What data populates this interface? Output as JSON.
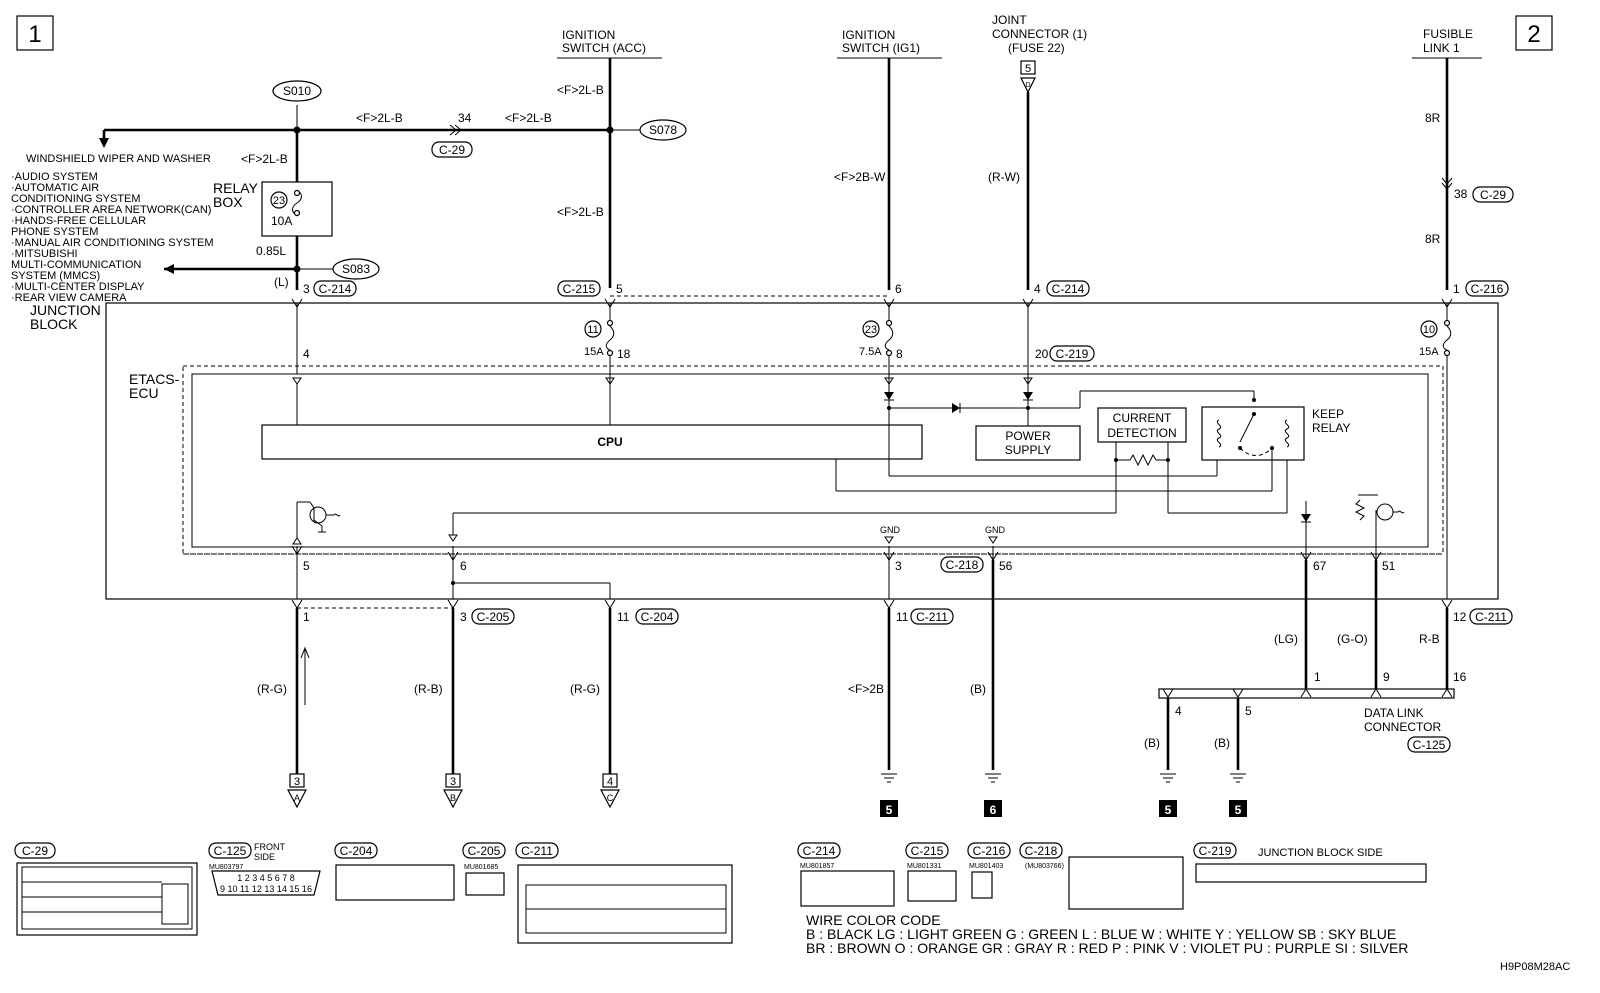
{
  "page_markers": {
    "left": "1",
    "right": "2"
  },
  "sources": {
    "acc": [
      "IGNITION",
      "SWITCH (ACC)"
    ],
    "ig1": [
      "IGNITION",
      "SWITCH (IG1)"
    ],
    "jc": [
      "JOINT",
      "CONNECTOR (1)",
      "(FUSE 22)"
    ],
    "jc_pin": "5",
    "jc_letter": "D",
    "fusible": [
      "FUSIBLE",
      "LINK 1"
    ]
  },
  "splices": {
    "s010": "S010",
    "s078": "S078",
    "s083": "S083"
  },
  "top_wires": {
    "left_branch": "<F>2L-B",
    "mid": "<F>2L-B",
    "mid_pin": "34",
    "mid_conn": "C-29",
    "right_branch": "<F>2L-B",
    "acc_up": "<F>2L-B",
    "acc_down": "<F>2L-B",
    "ig1": "<F>2B-W",
    "jc": "(R-W)",
    "fl_up": "8R",
    "fl_pin": "38",
    "fl_conn": "C-29",
    "fl_down": "8R"
  },
  "left_loads": {
    "wiper": "WINDSHIELD WIPER AND WASHER",
    "list": [
      "·AUDIO SYSTEM",
      "·AUTOMATIC AIR",
      " CONDITIONING SYSTEM",
      "·CONTROLLER AREA NETWORK(CAN)",
      "·HANDS-FREE CELLULAR",
      " PHONE SYSTEM",
      "·MANUAL AIR CONDITIONING SYSTEM",
      "·MITSUBISHI",
      " MULTI-COMMUNICATION",
      " SYSTEM (MMCS)",
      "·MULTI-CENTER DISPLAY",
      "·REAR VIEW CAMERA"
    ]
  },
  "relay_box": {
    "label": [
      "RELAY",
      "BOX"
    ],
    "fuse_no": "23",
    "fuse_rating": "10A",
    "wire": "0.85L",
    "wire2": "(L)"
  },
  "junction_block": {
    "label": [
      "JUNCTION",
      "BLOCK"
    ],
    "top_pins": [
      {
        "pin": "3",
        "conn": "C-214"
      },
      {
        "pin": "5",
        "conn": "C-215"
      },
      {
        "pin": "6"
      },
      {
        "pin": "4",
        "conn": "C-214"
      },
      {
        "pin": "1",
        "conn": "C-216"
      }
    ],
    "fuses": [
      {
        "no": "11",
        "rating": "15A",
        "pin": "18"
      },
      {
        "no": "23",
        "rating": "7.5A",
        "pin": "8"
      },
      {
        "no": "10",
        "rating": "15A"
      }
    ],
    "pin_4": "4",
    "pin_20": "20",
    "conn_219": "C-219"
  },
  "etacs": {
    "label": [
      "ETACS-",
      "ECU"
    ],
    "cpu": "CPU",
    "power": [
      "POWER",
      "SUPPLY"
    ],
    "current": [
      "CURRENT",
      "DETECTION"
    ],
    "relay": [
      "KEEP",
      "RELAY"
    ],
    "gnd": "GND"
  },
  "bottom_pins": {
    "jb": [
      "5",
      "6",
      "3",
      "56",
      "67",
      "51"
    ],
    "conn_218": "C-218",
    "lower": [
      {
        "pin": "1"
      },
      {
        "pin": "3",
        "conn": "C-205"
      },
      {
        "pin": "11",
        "conn": "C-204"
      },
      {
        "pin": "11",
        "conn": "C-211"
      },
      {
        "pin": "12",
        "conn": "C-211"
      }
    ]
  },
  "bottom_wires": {
    "w1": "(R-G)",
    "w2": "(R-B)",
    "w3": "(R-G)",
    "w4": "<F>2B",
    "w5": "(B)",
    "w6": "(LG)",
    "w7": "(G-O)",
    "w8": "R-B",
    "w9": "(B)",
    "w10": "(B)"
  },
  "terminals": [
    {
      "num": "3",
      "letter": "A"
    },
    {
      "num": "3",
      "letter": "B"
    },
    {
      "num": "4",
      "letter": "C"
    }
  ],
  "grounds": [
    "5",
    "6",
    "5",
    "5"
  ],
  "dlc": {
    "label": [
      "DATA LINK",
      "CONNECTOR"
    ],
    "conn": "C-125",
    "pins": [
      "1",
      "9",
      "16",
      "4",
      "5"
    ]
  },
  "connectors": {
    "c29": {
      "id": "C-29"
    },
    "c125": {
      "id": "C-125",
      "note": [
        "FRONT",
        "SIDE"
      ],
      "part": "MU803797",
      "row1": "1 2 3 4 5 6 7 8",
      "row2": "9 10 11 12 13 14 15 16"
    },
    "c204": {
      "id": "C-204"
    },
    "c205": {
      "id": "C-205",
      "part": "MU801685"
    },
    "c211": {
      "id": "C-211"
    },
    "c214": {
      "id": "C-214",
      "part": "MU801857"
    },
    "c215": {
      "id": "C-215",
      "part": "MU801331"
    },
    "c216": {
      "id": "C-216",
      "part": "MU801403"
    },
    "c218": {
      "id": "C-218",
      "part": "(MU803766)"
    },
    "c219": {
      "id": "C-219",
      "note": "JUNCTION BLOCK SIDE"
    }
  },
  "wire_color_code": {
    "title": "WIRE COLOR CODE",
    "line1": "B : BLACK    LG : LIGHT GREEN    G : GREEN    L : BLUE    W : WHITE    Y : YELLOW    SB : SKY BLUE",
    "line2": "BR : BROWN    O : ORANGE    GR : GRAY    R : RED    P : PINK    V : VIOLET    PU : PURPLE    SI : SILVER"
  },
  "doc_code": "H9P08M28AC"
}
